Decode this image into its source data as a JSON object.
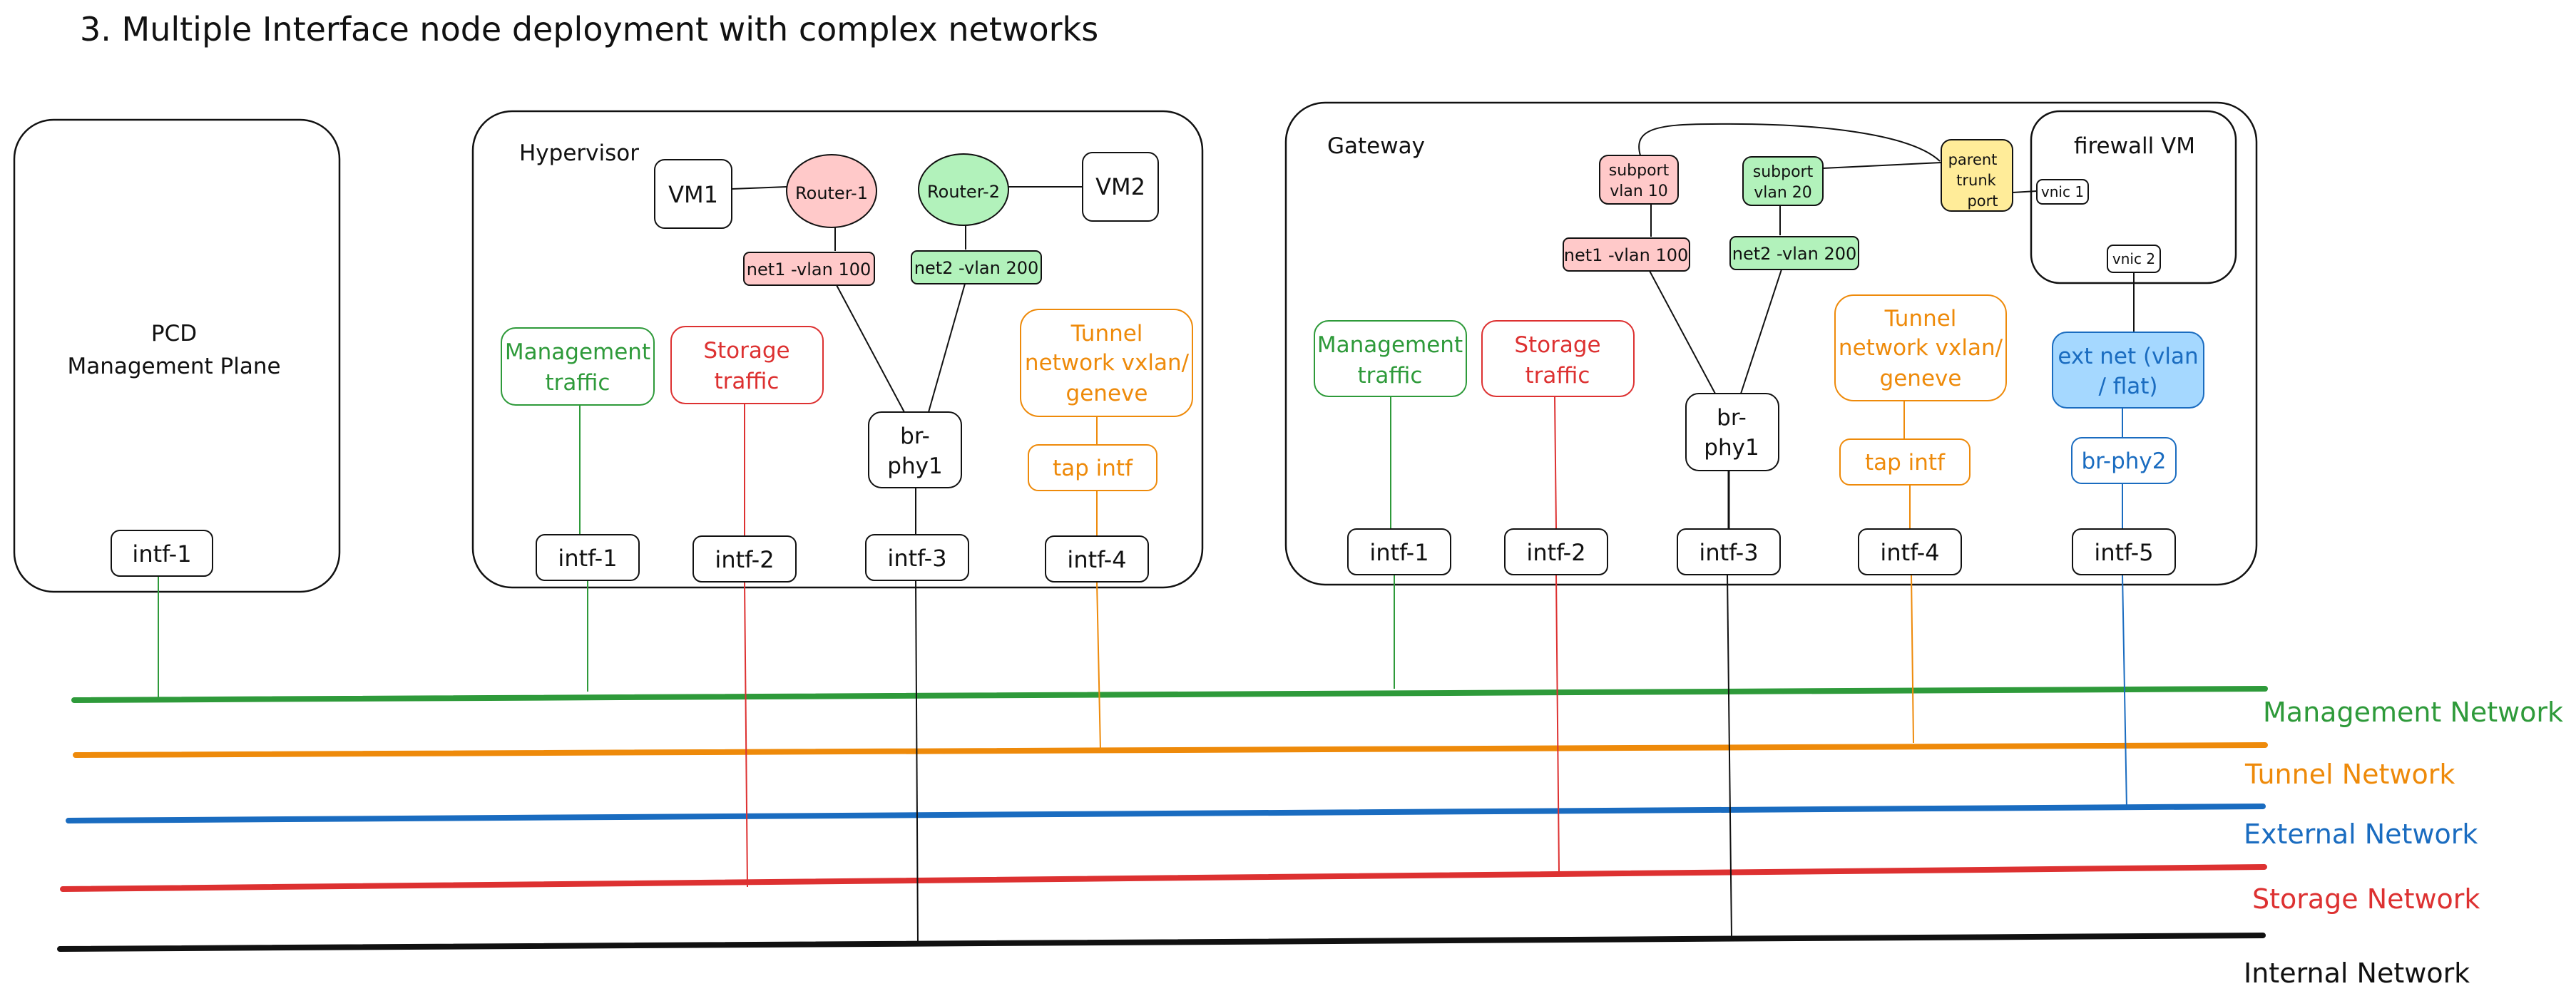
{
  "title": "3. Multiple Interface node deployment with complex networks",
  "colors": {
    "management": "#2e9a3a",
    "tunnel": "#ee8a0a",
    "external": "#1a6cc0",
    "storage": "#dd3131",
    "internal": "#111111",
    "router1_fill": "#ffc9c9",
    "router2_fill": "#b2f2bb",
    "net_fill_pink": "#ffc9c9",
    "net_fill_green": "#b2f2bb",
    "parent_fill": "#ffec99",
    "extnet_fill": "#a5d8ff"
  },
  "pcd": {
    "line1": "PCD",
    "line2": "Management Plane",
    "intf": "intf-1"
  },
  "hypervisor": {
    "label": "Hypervisor",
    "vm1": "VM1",
    "vm2": "VM2",
    "router1": "Router-1",
    "router2": "Router-2",
    "net1": "net1 -vlan 100",
    "net2": "net2 -vlan 200",
    "mgmt_traffic": [
      "Management",
      "traffic"
    ],
    "storage_traffic": [
      "Storage",
      "traffic"
    ],
    "tunnel_box": [
      "Tunnel",
      "network vxlan/",
      "geneve"
    ],
    "tap": "tap intf",
    "brphy": [
      "br-",
      "phy1"
    ],
    "intf1": "intf-1",
    "intf2": "intf-2",
    "intf3": "intf-3",
    "intf4": "intf-4"
  },
  "gateway": {
    "label": "Gateway",
    "subport10": [
      "subport",
      "vlan 10"
    ],
    "subport20": [
      "subport",
      "vlan 20"
    ],
    "parent": [
      "parent",
      "trunk",
      "port"
    ],
    "net1": "net1 -vlan 100",
    "net2": "net2 -vlan 200",
    "firewall": "firewall VM",
    "vnic1": "vnic 1",
    "vnic2": "vnic 2",
    "mgmt_traffic": [
      "Management",
      "traffic"
    ],
    "storage_traffic": [
      "Storage",
      "traffic"
    ],
    "tunnel_box": [
      "Tunnel",
      "network vxlan/",
      "geneve"
    ],
    "tap": "tap intf",
    "brphy1": [
      "br-",
      "phy1"
    ],
    "extnet": [
      "ext net (vlan",
      "/ flat)"
    ],
    "brphy2": "br-phy2",
    "intf1": "intf-1",
    "intf2": "intf-2",
    "intf3": "intf-3",
    "intf4": "intf-4",
    "intf5": "intf-5"
  },
  "networks": {
    "management": "Management Network",
    "tunnel": "Tunnel Network",
    "external": "External Network",
    "storage": "Storage Network",
    "internal": "Internal Network"
  }
}
